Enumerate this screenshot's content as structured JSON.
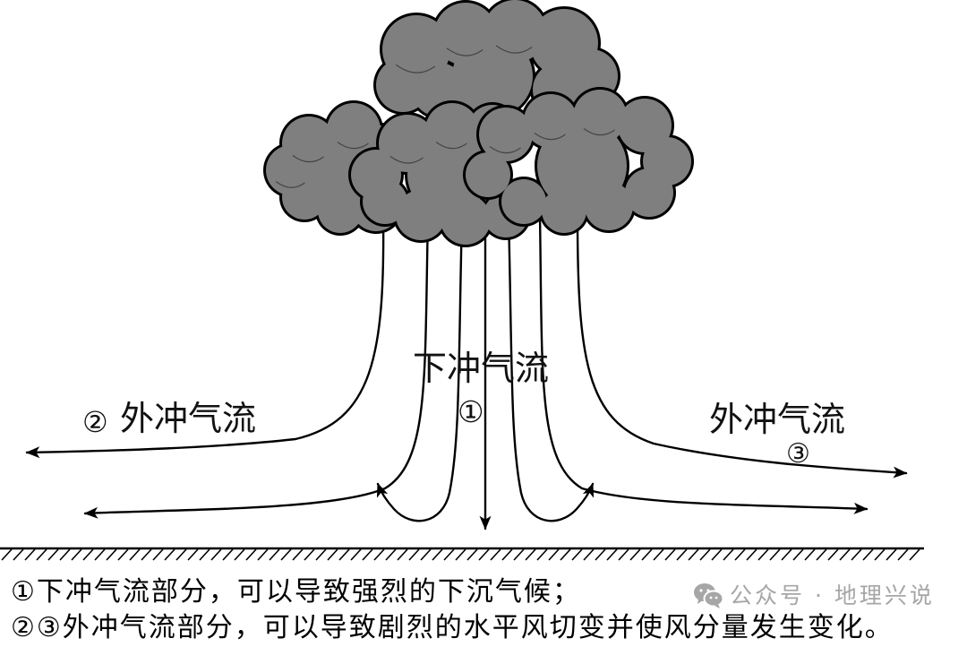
{
  "diagram": {
    "labels": {
      "downdraft": "下冲气流",
      "downdraft_num": "①",
      "outflow_left_num": "②",
      "outflow_left": "外冲气流",
      "outflow_right": "外冲气流",
      "outflow_right_num": "③"
    }
  },
  "notes": [
    "①下冲气流部分，可以导致强烈的下沉气候；",
    "②③外冲气流部分，可以导致剧烈的水平风切变并使风分量发生变化。"
  ],
  "watermark": {
    "icon": "wechat-icon",
    "text": "公众号 · 地理兴说"
  },
  "colors": {
    "cloud_fill": "#7f7f7f",
    "outline": "#000000",
    "watermark": "#a6a6a6"
  }
}
